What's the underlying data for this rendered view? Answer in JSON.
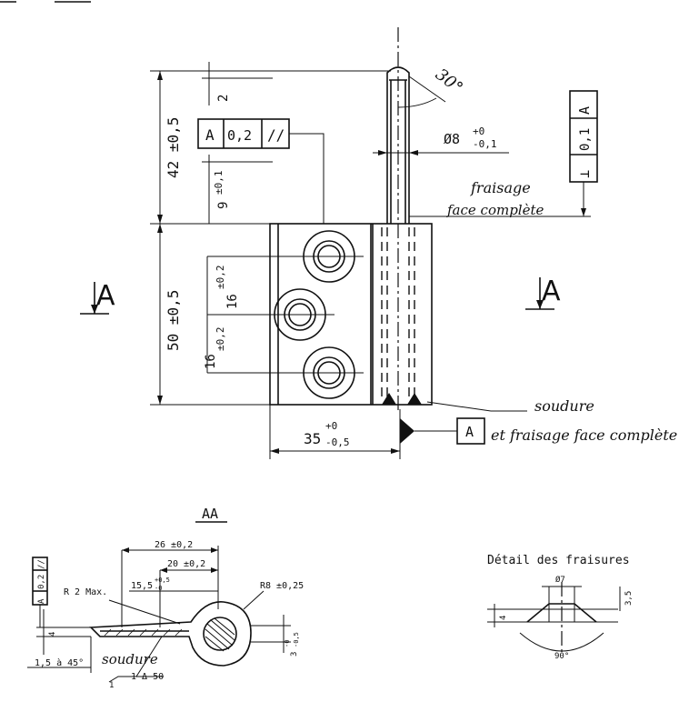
{
  "main_view": {
    "dim_height_top": "42 ±0,5",
    "dim_height_bottom": "50 ±0,5",
    "dim_2": "2",
    "dim_9_base": "9",
    "dim_9_tol": "±0,1",
    "dim_16_upper_base": "16",
    "dim_16_upper_tol": "±0,2",
    "dim_16_lower_base": "16",
    "dim_16_lower_tol": "±0,2",
    "dim_width_base": "35",
    "dim_width_tol_plus": "+0",
    "dim_width_tol_minus": "-0,5",
    "dim_diam_base": "Ø8",
    "dim_diam_tol_plus": "+0",
    "dim_diam_tol_minus": "-0,1",
    "angle": "30°",
    "tolerance_frame_parallel": [
      "A",
      "0,2",
      "//"
    ],
    "tolerance_frame_perp": [
      "⊥",
      "0,1",
      "A"
    ],
    "datum_box": "A",
    "note_fraisage_1": "fraisage",
    "note_fraisage_2": "face complète",
    "note_soudure": "soudure",
    "note_et_fraisage": "et fraisage face complète",
    "section_marker_left": "A",
    "section_marker_right": "A"
  },
  "section_view": {
    "title": "AA",
    "dim_26": "26 ±0,2",
    "dim_20": "20 ±0,2",
    "dim_15_base": "15,5",
    "dim_15_tol_plus": "+0,5",
    "dim_15_tol_minus": "-0",
    "r2": "R 2 Max.",
    "r8": "R8 ±0,25",
    "dim_4": "4",
    "dim_3_base": "3",
    "dim_3_tol_plus": "-0",
    "dim_3_tol_minus": "-0,5",
    "chamfer": "1,5 à 45°",
    "soudure": "soudure",
    "weld_symbol": "1 Δ 50",
    "weld_index": "1",
    "tol_frame_vertical": [
      "//",
      "0,2",
      "A"
    ]
  },
  "detail_view": {
    "title": "Détail des fraisures",
    "dim_diam": "Ø7",
    "dim_35": "3,5",
    "dim_4": "4",
    "angle": "90°"
  }
}
